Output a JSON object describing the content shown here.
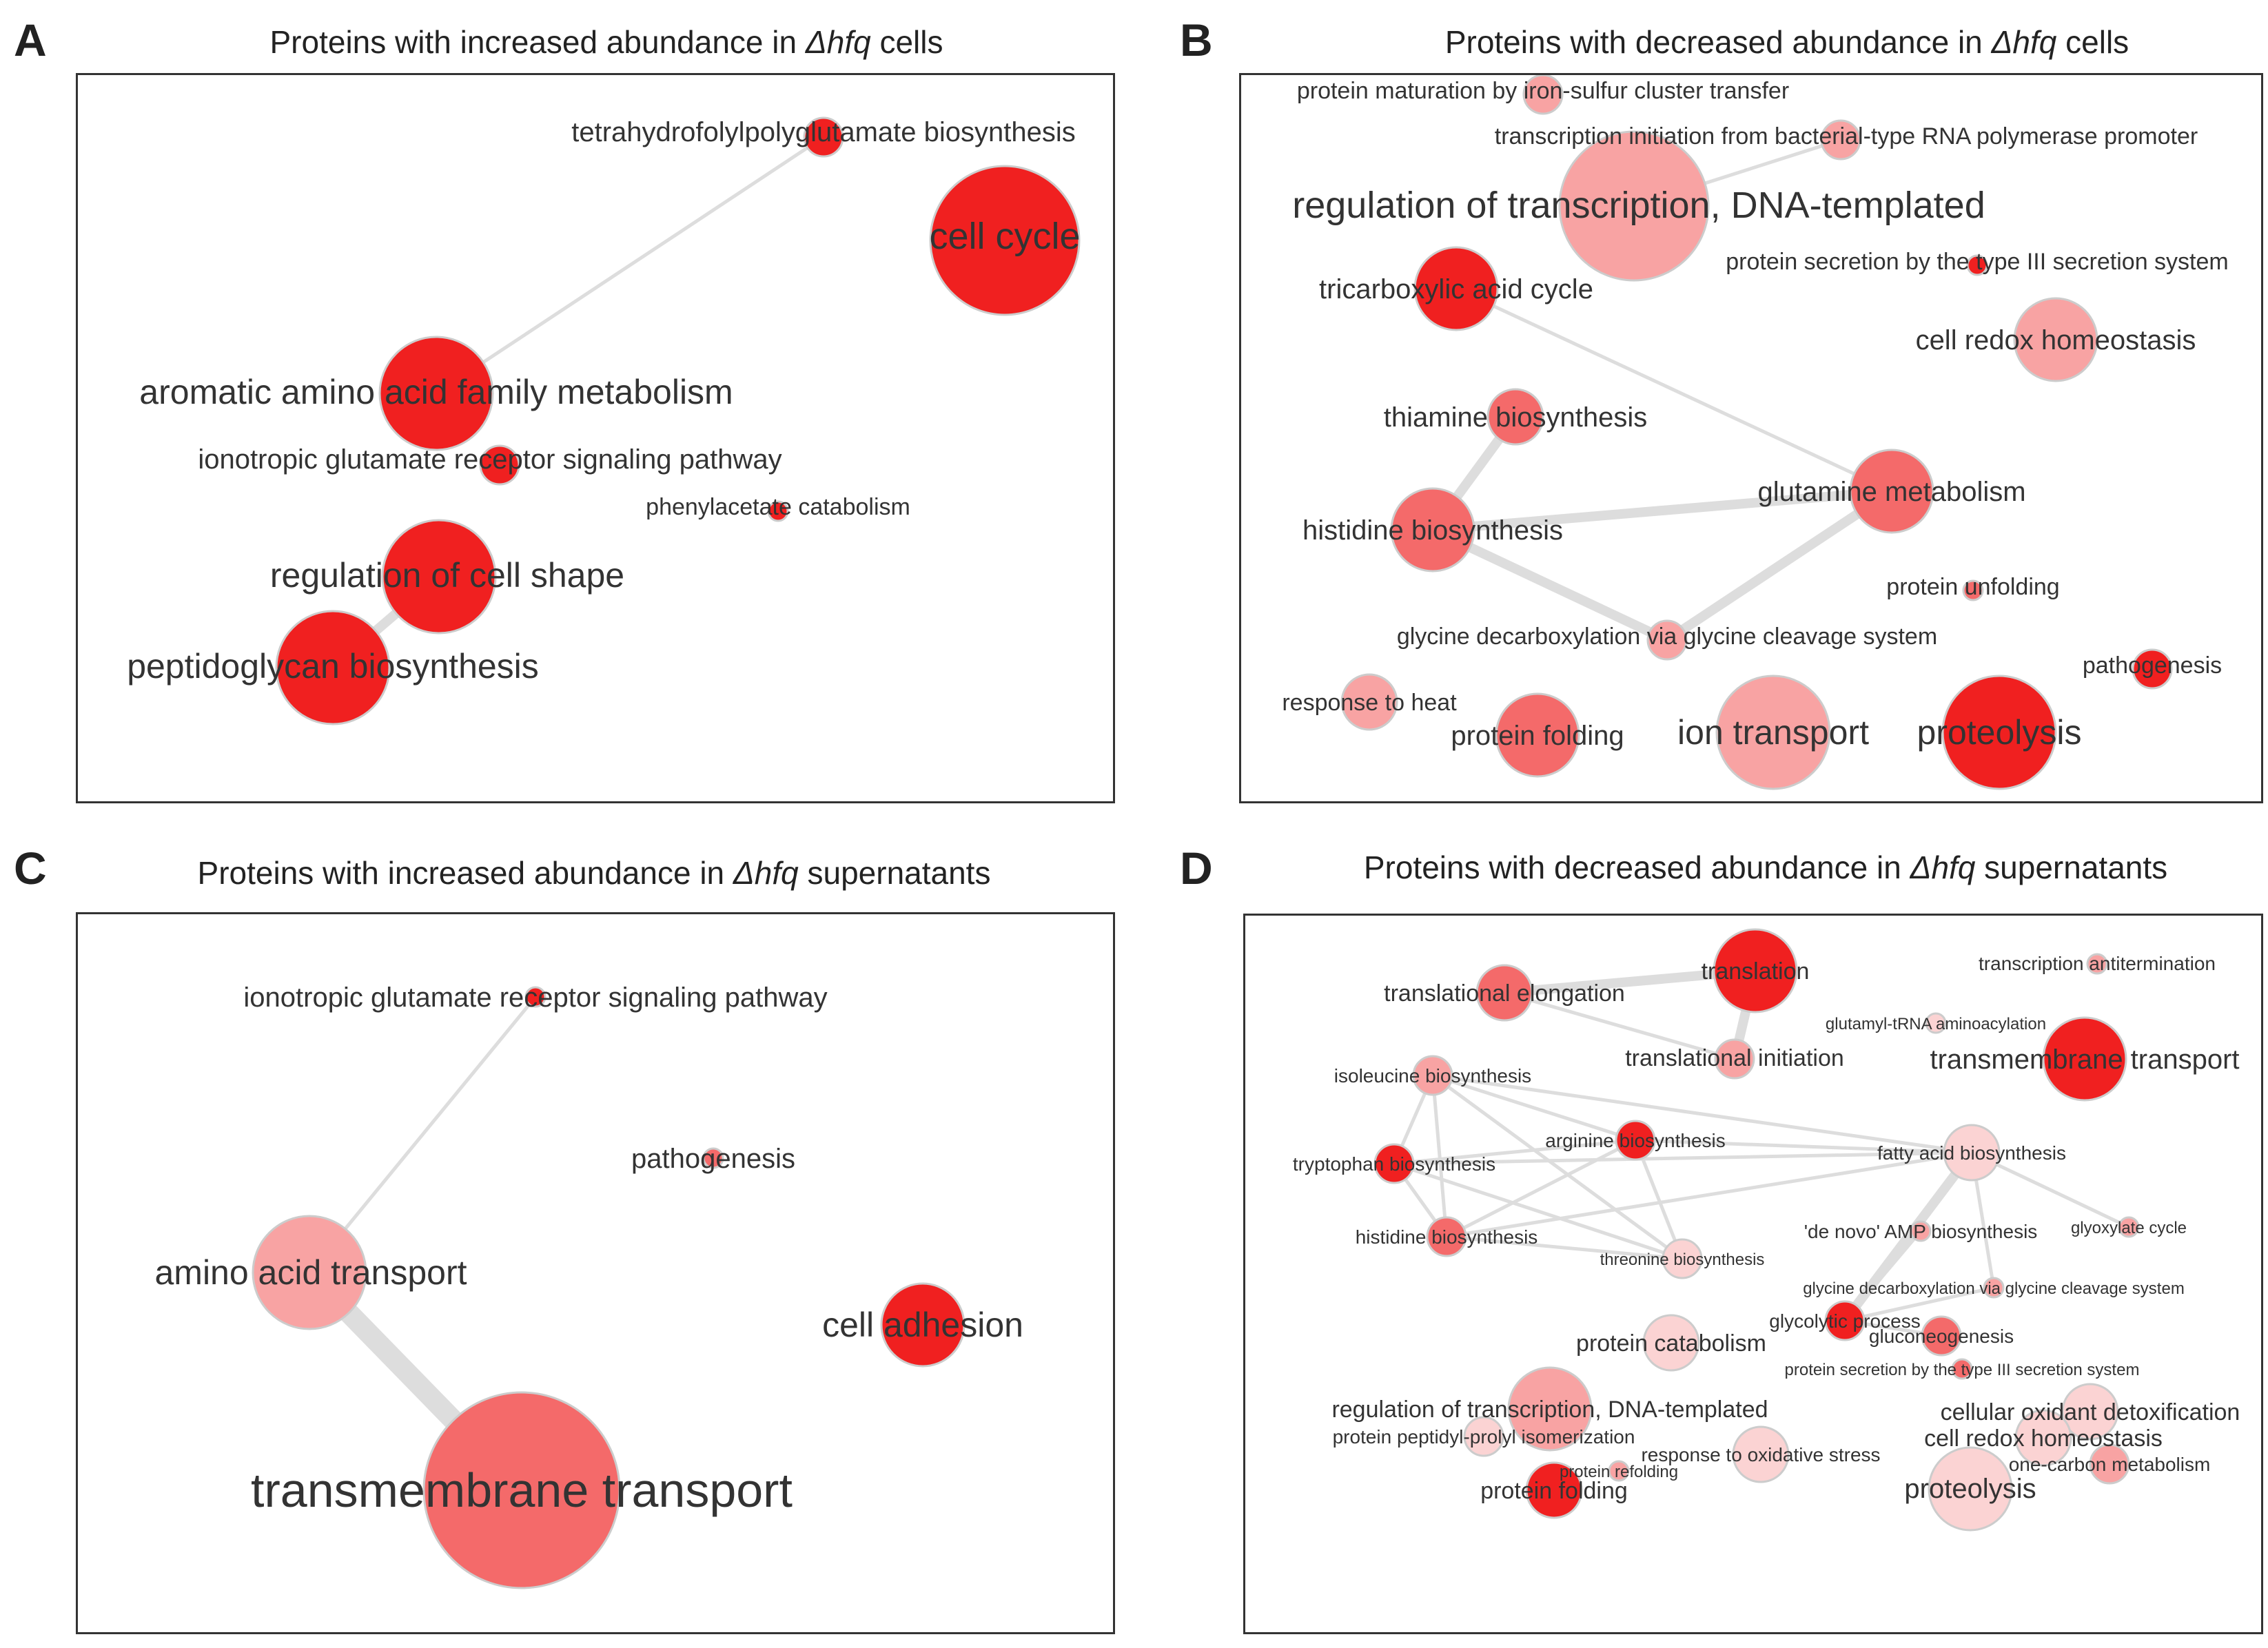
{
  "colors": {
    "strong": "#f02020",
    "medium": "#f46a6a",
    "light": "#f8a3a3",
    "pale": "#fbd3d3",
    "edge": "#dddddd",
    "node_stroke": "#cccccc"
  },
  "panels": [
    {
      "letter": "A",
      "title_pre": "Proteins with increased abundance in ",
      "title_em": "Δhfq",
      "title_post": " cells",
      "nodes": [
        {
          "id": "thf",
          "label": "tetrahydrofolylpolyglutamate biosynthesis",
          "fill": "strong",
          "size_class": "xs",
          "font": "md"
        },
        {
          "id": "cc",
          "label": "cell cycle",
          "fill": "strong",
          "size_class": "xl",
          "font": "xl"
        },
        {
          "id": "aro",
          "label": "aromatic amino acid family metabolism",
          "fill": "strong",
          "size_class": "lg",
          "font": "lg"
        },
        {
          "id": "iono",
          "label": "ionotropic glutamate receptor signaling pathway",
          "fill": "strong",
          "size_class": "xs",
          "font": "md"
        },
        {
          "id": "phe",
          "label": "phenylacetate catabolism",
          "fill": "strong",
          "size_class": "xxs",
          "font": "sm"
        },
        {
          "id": "rcs",
          "label": "regulation of cell shape",
          "fill": "strong",
          "size_class": "lg",
          "font": "lg"
        },
        {
          "id": "pep",
          "label": "peptidoglycan biosynthesis",
          "fill": "strong",
          "size_class": "lg",
          "font": "lg"
        }
      ],
      "edges": [
        [
          "thf",
          "aro",
          "thin"
        ],
        [
          "rcs",
          "pep",
          "thick"
        ]
      ]
    },
    {
      "letter": "B",
      "title_pre": "Proteins with decreased abundance in ",
      "title_em": "Δhfq",
      "title_post": " cells",
      "nodes": [
        {
          "id": "pmat",
          "label": "protein maturation by iron-sulfur cluster transfer",
          "fill": "light",
          "size_class": "xs",
          "font": "sm"
        },
        {
          "id": "tinit",
          "label": "transcription initiation from bacterial-type RNA polymerase promoter",
          "fill": "light",
          "size_class": "xs",
          "font": "sm"
        },
        {
          "id": "regt",
          "label": "regulation of transcription, DNA-templated",
          "fill": "light",
          "size_class": "xl",
          "font": "xl"
        },
        {
          "id": "psec",
          "label": "protein secretion by the type III secretion system",
          "fill": "strong",
          "size_class": "xxs",
          "font": "sm"
        },
        {
          "id": "tca",
          "label": "tricarboxylic acid cycle",
          "fill": "strong",
          "size_class": "md",
          "font": "md"
        },
        {
          "id": "crh",
          "label": "cell redox homeostasis",
          "fill": "light",
          "size_class": "md",
          "font": "md"
        },
        {
          "id": "thi",
          "label": "thiamine biosynthesis",
          "fill": "medium",
          "size_class": "sm",
          "font": "md"
        },
        {
          "id": "glu",
          "label": "glutamine metabolism",
          "fill": "medium",
          "size_class": "md",
          "font": "md"
        },
        {
          "id": "his",
          "label": "histidine biosynthesis",
          "fill": "medium",
          "size_class": "md",
          "font": "md"
        },
        {
          "id": "punf",
          "label": "protein unfolding",
          "fill": "medium",
          "size_class": "xxs",
          "font": "sm"
        },
        {
          "id": "gly",
          "label": "glycine decarboxylation via glycine cleavage system",
          "fill": "light",
          "size_class": "xs",
          "font": "sm"
        },
        {
          "id": "path",
          "label": "pathogenesis",
          "fill": "strong",
          "size_class": "xs",
          "font": "sm"
        },
        {
          "id": "heat",
          "label": "response to heat",
          "fill": "light",
          "size_class": "sm",
          "font": "sm"
        },
        {
          "id": "pfold",
          "label": "protein folding",
          "fill": "medium",
          "size_class": "md",
          "font": "md"
        },
        {
          "id": "ion",
          "label": "ion transport",
          "fill": "light",
          "size_class": "lg",
          "font": "lg"
        },
        {
          "id": "prot",
          "label": "proteolysis",
          "fill": "strong",
          "size_class": "lg",
          "font": "lg"
        }
      ],
      "edges": [
        [
          "tinit",
          "regt",
          "thin"
        ],
        [
          "tca",
          "glu",
          "thin"
        ],
        [
          "thi",
          "his",
          "thick"
        ],
        [
          "his",
          "glu",
          "thick"
        ],
        [
          "his",
          "gly",
          "thick"
        ],
        [
          "glu",
          "gly",
          "thick"
        ]
      ]
    },
    {
      "letter": "C",
      "title_pre": "Proteins with increased abundance in ",
      "title_em": "Δhfq",
      "title_post": " supernatants",
      "nodes": [
        {
          "id": "iono2",
          "label": "ionotropic glutamate receptor signaling pathway",
          "fill": "strong",
          "size_class": "xxs",
          "font": "md"
        },
        {
          "id": "path2",
          "label": "pathogenesis",
          "fill": "medium",
          "size_class": "xxs",
          "font": "md"
        },
        {
          "id": "aat",
          "label": "amino acid transport",
          "fill": "light",
          "size_class": "lg",
          "font": "lg"
        },
        {
          "id": "adh",
          "label": "cell adhesion",
          "fill": "strong",
          "size_class": "md",
          "font": "lg"
        },
        {
          "id": "tmt",
          "label": "transmembrane transport",
          "fill": "medium",
          "size_class": "xxl",
          "font": "xxl"
        }
      ],
      "edges": [
        [
          "iono2",
          "aat",
          "thin"
        ],
        [
          "aat",
          "tmt",
          "heavy"
        ]
      ]
    },
    {
      "letter": "D",
      "title_pre": "Proteins with decreased abundance in ",
      "title_em": "Δhfq",
      "title_post": " supernatants",
      "nodes": [
        {
          "id": "trl",
          "label": "translation",
          "fill": "strong",
          "size_class": "md",
          "font": "sm"
        },
        {
          "id": "tant",
          "label": "transcription antitermination",
          "fill": "light",
          "size_class": "xxs",
          "font": "xs"
        },
        {
          "id": "tel",
          "label": "translational elongation",
          "fill": "medium",
          "size_class": "sm",
          "font": "sm"
        },
        {
          "id": "gtrna",
          "label": "glutamyl-tRNA aminoacylation",
          "fill": "pale",
          "size_class": "xxs",
          "font": "xxs"
        },
        {
          "id": "tint",
          "label": "translational initiation",
          "fill": "light",
          "size_class": "xs",
          "font": "sm"
        },
        {
          "id": "tmt2",
          "label": "transmembrane transport",
          "fill": "strong",
          "size_class": "md",
          "font": "md"
        },
        {
          "id": "ile",
          "label": "isoleucine biosynthesis",
          "fill": "light",
          "size_class": "xs",
          "font": "xs"
        },
        {
          "id": "arg",
          "label": "arginine biosynthesis",
          "fill": "strong",
          "size_class": "xs",
          "font": "xs"
        },
        {
          "id": "fas",
          "label": "fatty acid biosynthesis",
          "fill": "pale",
          "size_class": "sm",
          "font": "xs"
        },
        {
          "id": "trp",
          "label": "tryptophan biosynthesis",
          "fill": "strong",
          "size_class": "xs",
          "font": "xs"
        },
        {
          "id": "amp",
          "label": "'de novo' AMP biosynthesis",
          "fill": "light",
          "size_class": "xxs",
          "font": "xs"
        },
        {
          "id": "glx",
          "label": "glyoxylate cycle",
          "fill": "light",
          "size_class": "xxs",
          "font": "xxs"
        },
        {
          "id": "his2",
          "label": "histidine biosynthesis",
          "fill": "medium",
          "size_class": "xs",
          "font": "xs"
        },
        {
          "id": "thr",
          "label": "threonine biosynthesis",
          "fill": "pale",
          "size_class": "xs",
          "font": "xxs"
        },
        {
          "id": "gly2",
          "label": "glycine decarboxylation via glycine cleavage system",
          "fill": "light",
          "size_class": "xxs",
          "font": "xxs"
        },
        {
          "id": "glyc",
          "label": "glycolytic process",
          "fill": "strong",
          "size_class": "xs",
          "font": "xs"
        },
        {
          "id": "pcat",
          "label": "protein catabolism",
          "fill": "pale",
          "size_class": "sm",
          "font": "sm"
        },
        {
          "id": "gng",
          "label": "gluconeogenesis",
          "fill": "medium",
          "size_class": "xs",
          "font": "xs"
        },
        {
          "id": "psec2",
          "label": "protein secretion by the type III secretion system",
          "fill": "medium",
          "size_class": "xxs",
          "font": "xxs"
        },
        {
          "id": "regt2",
          "label": "regulation of transcription, DNA-templated",
          "fill": "light",
          "size_class": "md",
          "font": "sm"
        },
        {
          "id": "cod",
          "label": "cellular oxidant detoxification",
          "fill": "pale",
          "size_class": "sm",
          "font": "sm"
        },
        {
          "id": "ppi",
          "label": "protein peptidyl-prolyl isomerization",
          "fill": "pale",
          "size_class": "xs",
          "font": "xs"
        },
        {
          "id": "crh2",
          "label": "cell redox homeostasis",
          "fill": "pale",
          "size_class": "sm",
          "font": "sm"
        },
        {
          "id": "ros",
          "label": "response to oxidative stress",
          "fill": "pale",
          "size_class": "sm",
          "font": "xs"
        },
        {
          "id": "ocm",
          "label": "one-carbon metabolism",
          "fill": "light",
          "size_class": "xs",
          "font": "xs"
        },
        {
          "id": "pref",
          "label": "protein refolding",
          "fill": "light",
          "size_class": "xxs",
          "font": "xxs"
        },
        {
          "id": "pfold2",
          "label": "protein folding",
          "fill": "strong",
          "size_class": "sm",
          "font": "sm"
        },
        {
          "id": "prot2",
          "label": "proteolysis",
          "fill": "pale",
          "size_class": "md",
          "font": "md"
        }
      ],
      "edges": [
        [
          "tel",
          "trl",
          "thick"
        ],
        [
          "trl",
          "tint",
          "thick"
        ],
        [
          "tel",
          "tint",
          "thin"
        ],
        [
          "ile",
          "trp",
          "thin"
        ],
        [
          "ile",
          "his2",
          "thin"
        ],
        [
          "ile",
          "arg",
          "thin"
        ],
        [
          "ile",
          "fas",
          "thin"
        ],
        [
          "ile",
          "thr",
          "thin"
        ],
        [
          "trp",
          "arg",
          "thin"
        ],
        [
          "trp",
          "his2",
          "thin"
        ],
        [
          "trp",
          "fas",
          "thin"
        ],
        [
          "trp",
          "thr",
          "thin"
        ],
        [
          "arg",
          "his2",
          "thin"
        ],
        [
          "arg",
          "thr",
          "thin"
        ],
        [
          "arg",
          "fas",
          "thin"
        ],
        [
          "his2",
          "thr",
          "thin"
        ],
        [
          "his2",
          "fas",
          "thin"
        ],
        [
          "fas",
          "glyc",
          "thick"
        ],
        [
          "fas",
          "glx",
          "thin"
        ],
        [
          "fas",
          "gly2",
          "thin"
        ],
        [
          "glyc",
          "gly2",
          "thin"
        ],
        [
          "glyc",
          "gng",
          "thin"
        ],
        [
          "glyc",
          "amp",
          "thin"
        ]
      ]
    }
  ]
}
